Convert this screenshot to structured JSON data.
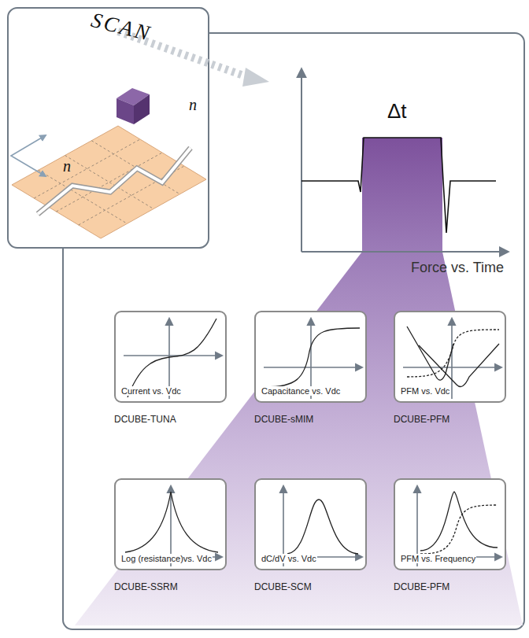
{
  "diagram": {
    "nodes": [
      {
        "text": [
          "Current vs. Vdc",
          "DCUBE-TUNA"
        ]
      },
      {
        "text": [
          "Capacitance vs. Vdc",
          "DCUBE-sMIM"
        ]
      },
      {
        "text": [
          "PFM vs. Vdc",
          "DCUBE-PFM"
        ]
      },
      {
        "text": [
          "Log (resistance)vs. Vdc",
          "DCUBE-SSRM"
        ]
      },
      {
        "text": [
          "dC/dV vs. Vdc",
          "DCUBE-SCM"
        ]
      },
      {
        "text": [
          "PFM vs. Frequency",
          "DCUBE-PFM"
        ]
      }
    ],
    "labels": [
      "SCAN",
      "n",
      "n",
      "Δt",
      "Force vs. Time"
    ]
  }
}
